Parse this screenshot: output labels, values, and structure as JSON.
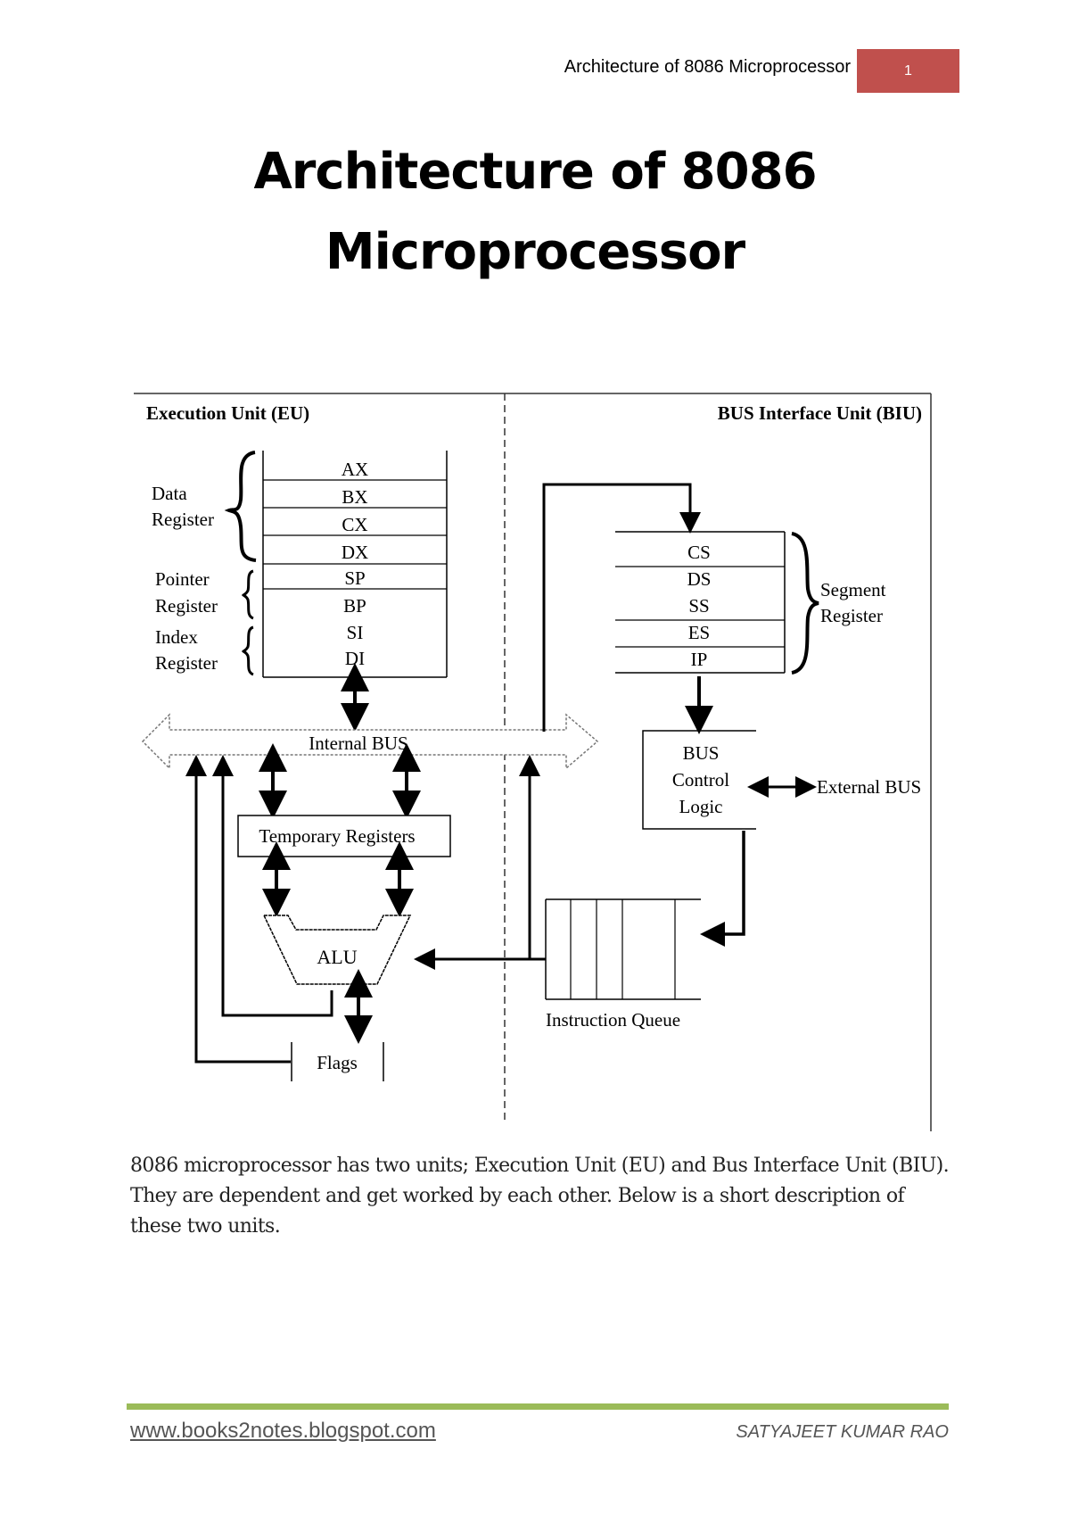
{
  "header": {
    "running_title": "Architecture of 8086 Microprocessor",
    "page_number": "1",
    "accent_color": "#c0504d"
  },
  "title": {
    "line1": "Architecture of 8086",
    "line2": "Microprocessor"
  },
  "diagram": {
    "eu_label": "Execution Unit (EU)",
    "biu_label": "BUS Interface Unit (BIU)",
    "eu_registers": [
      "AX",
      "BX",
      "CX",
      "DX",
      "SP",
      "BP",
      "SI",
      "DI"
    ],
    "group_labels": {
      "data": [
        "Data",
        "Register"
      ],
      "pointer": [
        "Pointer",
        "Register"
      ],
      "index": [
        "Index",
        "Register"
      ],
      "segment": [
        "Segment",
        "Register"
      ]
    },
    "segment_registers": [
      "CS",
      "DS",
      "SS",
      "ES",
      "IP"
    ],
    "internal_bus": "Internal BUS",
    "temporary_registers": "Temporary Registers",
    "alu": "ALU",
    "flags": "Flags",
    "bus_control_logic": [
      "BUS",
      "Control",
      "Logic"
    ],
    "external_bus": "External BUS",
    "instruction_queue": "Instruction Queue"
  },
  "body": {
    "paragraph": "8086 microprocessor has two units; Execution Unit (EU) and Bus Interface Unit (BIU). They are dependent and get worked by each other. Below is a short description of these two units."
  },
  "footer": {
    "link": "www.books2notes.blogspot.com",
    "author": "SATYAJEET KUMAR RAO",
    "rule_color": "#9bbb59"
  }
}
